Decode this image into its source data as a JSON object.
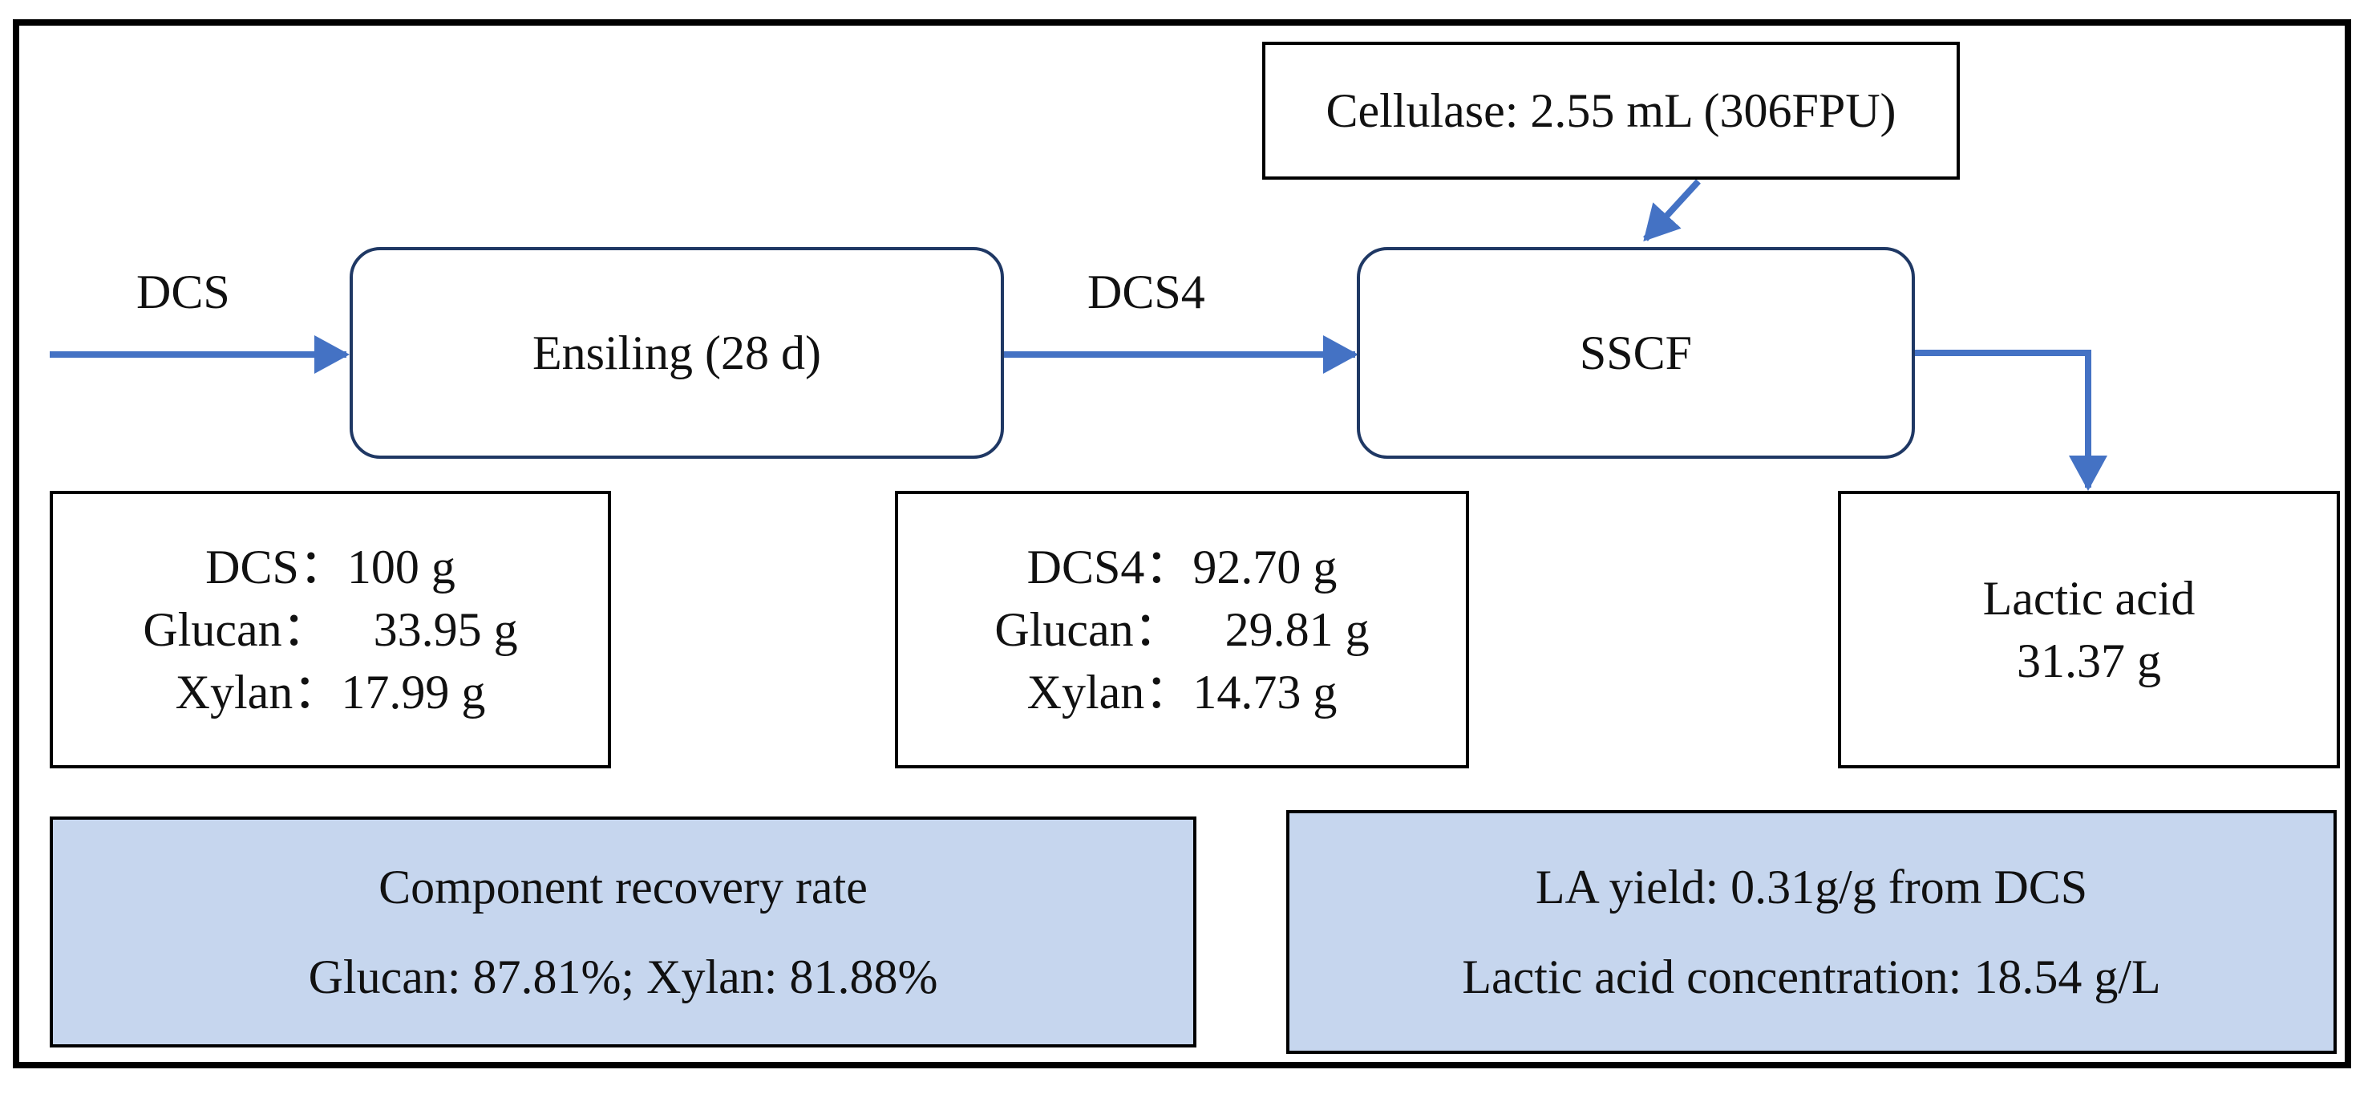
{
  "inputs": {
    "dcs_label": "DCS",
    "dcs4_label": "DCS4"
  },
  "processes": {
    "ensiling": "Ensiling (28 d)",
    "sscf": "SSCF"
  },
  "cellulase": "Cellulase: 2.55 mL (306FPU)",
  "dcs_composition": [
    {
      "name": "DCS：",
      "value": "100 g"
    },
    {
      "name": "Glucan：",
      "value": "33.95 g"
    },
    {
      "name": "Xylan：",
      "value": "17.99 g"
    }
  ],
  "dcs4_composition": [
    {
      "name": "DCS4：",
      "value": "92.70 g"
    },
    {
      "name": "Glucan：",
      "value": "29.81 g"
    },
    {
      "name": "Xylan：",
      "value": "14.73 g"
    }
  ],
  "product": {
    "name": "Lactic acid",
    "value": "31.37 g"
  },
  "recovery": {
    "title": "Component recovery rate",
    "detail": "Glucan: 87.81%; Xylan: 81.88%"
  },
  "yield": {
    "line1": "LA yield: 0.31g/g from DCS",
    "line2": "Lactic acid concentration: 18.54 g/L"
  },
  "colors": {
    "arrow": "#4472c4",
    "process_border": "#1f3864",
    "summary_fill": "#c6d6ee"
  }
}
